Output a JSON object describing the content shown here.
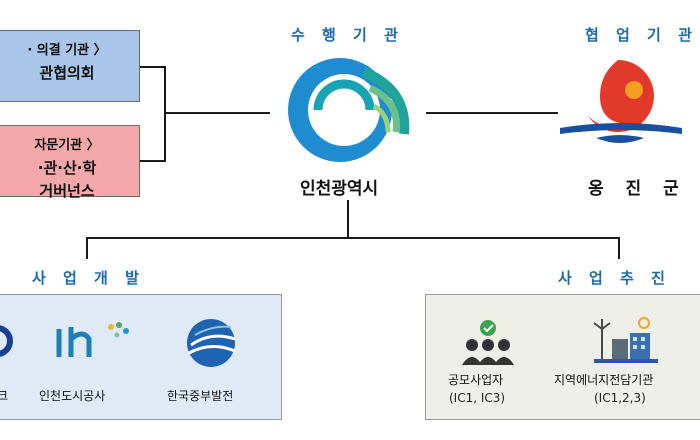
{
  "governance": {
    "council_box": {
      "line1": "· 의결 기관 〉",
      "line2": "관협의회"
    },
    "advisory_box": {
      "line1": "자문기관 〉",
      "line2": "·관·산·학",
      "line3": "거버넌스"
    }
  },
  "executing_org": {
    "heading": "수 행 기 관",
    "name": "인천광역시"
  },
  "collaborating_org": {
    "heading": "협 업 기 관",
    "name": "옹 진 군"
  },
  "development": {
    "heading": "사 업 개 발",
    "members": [
      {
        "label": "크"
      },
      {
        "label": "인천도시공사"
      },
      {
        "label": "한국중부발전"
      }
    ]
  },
  "promotion": {
    "heading": "사 업 추 진",
    "members": [
      {
        "label": "공모사업자",
        "sub": "(IC1, IC3)"
      },
      {
        "label": "지역에너지전담기관",
        "sub": "(IC1,2,3)"
      }
    ]
  },
  "colors": {
    "heading_blue": "#1e6aa8",
    "council_fill": "#a9c6e8",
    "advisory_fill": "#f5a8aa",
    "dev_panel_fill": "#dfeaf5",
    "promo_panel_fill": "#efefea"
  }
}
